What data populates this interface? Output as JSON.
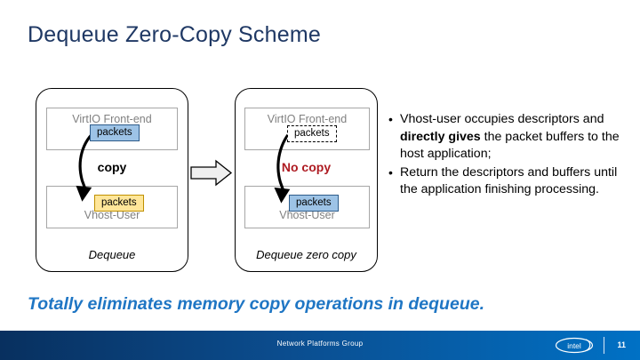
{
  "slide": {
    "title": "Dequeue Zero-Copy Scheme",
    "conclusion": "Totally eliminates memory copy operations in dequeue."
  },
  "diagram": {
    "transition_arrow_icon": "block-arrow-right-icon",
    "left_panel": {
      "top_layer_label": "VirtIO Front-end",
      "top_chip_label": "packets",
      "middle_label": "copy",
      "bottom_chip_label": "packets",
      "bottom_layer_label": "Vhost-User",
      "caption": "Dequeue",
      "copy_arrow_icon": "curved-copy-arrow-icon"
    },
    "right_panel": {
      "top_layer_label": "VirtIO Front-end",
      "top_chip_label": "packets",
      "middle_label": "No copy",
      "bottom_chip_label": "packets",
      "bottom_layer_label": "Vhost-User",
      "caption": "Dequeue zero copy",
      "copy_arrow_icon": "curved-zerocopy-arrow-icon"
    }
  },
  "bullets": [
    {
      "marker": "•",
      "text_before": "Vhost-user occupies descriptors and ",
      "text_bold": "directly gives",
      "text_after": " the packet buffers to the host application;"
    },
    {
      "marker": "•",
      "text_before": "Return the descriptors and buffers until the application finishing processing.",
      "text_bold": "",
      "text_after": ""
    }
  ],
  "footer": {
    "center_text": "Network Platforms Group",
    "logo_text": "intel",
    "logo_icon": "intel-logo-icon",
    "page_number": "11"
  },
  "colors": {
    "title": "#1F3864",
    "conclusion": "#1F76C4",
    "no_copy": "#AE1B22",
    "chip_blue_fill": "#9DC3E6",
    "chip_yellow_fill": "#FFE699",
    "layer_label": "#808080",
    "footer_gradient_start": "#08305F",
    "footer_gradient_end": "#0071C5"
  }
}
